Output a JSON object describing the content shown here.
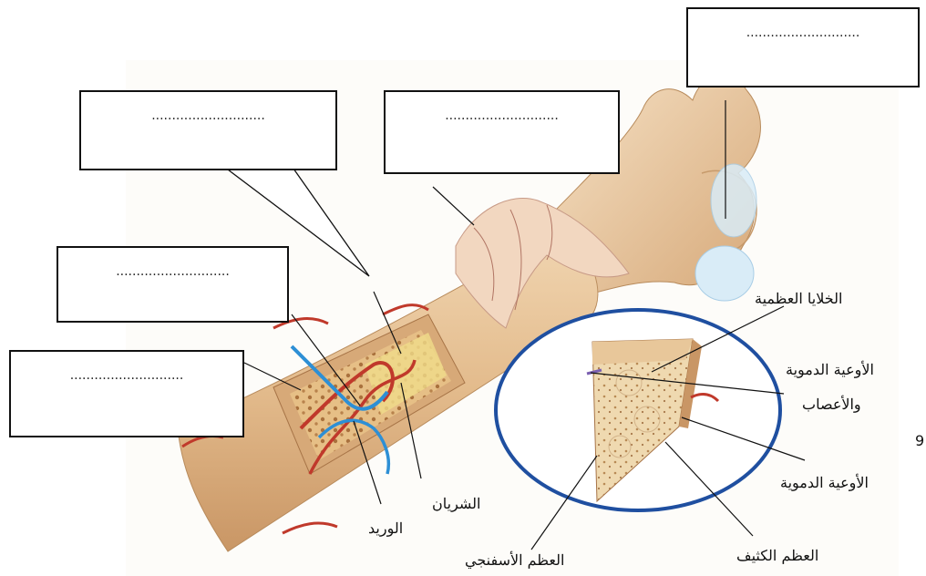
{
  "blank_boxes": [
    {
      "id": "top-right",
      "text": "............................"
    },
    {
      "id": "top-left",
      "text": "............................"
    },
    {
      "id": "top-middle",
      "text": "............................"
    },
    {
      "id": "mid-left",
      "text": "............................"
    },
    {
      "id": "lower-left",
      "text": "............................"
    }
  ],
  "labels": {
    "osteocytes": "الخلايا العظمية",
    "vessels_nerves_line1": "الأوعية الدموية",
    "vessels_nerves_line2": "والأعصاب",
    "blood_vessels": "الأوعية الدموية",
    "compact_bone": "العظم الكثيف",
    "spongy_bone": "العظم الأسفنجي",
    "artery": "الشريان",
    "vein": "الوريد"
  },
  "stray_mark": "9",
  "colors": {
    "bone": "#e8c9a0",
    "bone_dark": "#c9986a",
    "circle": "#1f4fa0",
    "artery": "#c0392b",
    "vein": "#2d8fd5",
    "cartilage": "#cfe6f5"
  }
}
